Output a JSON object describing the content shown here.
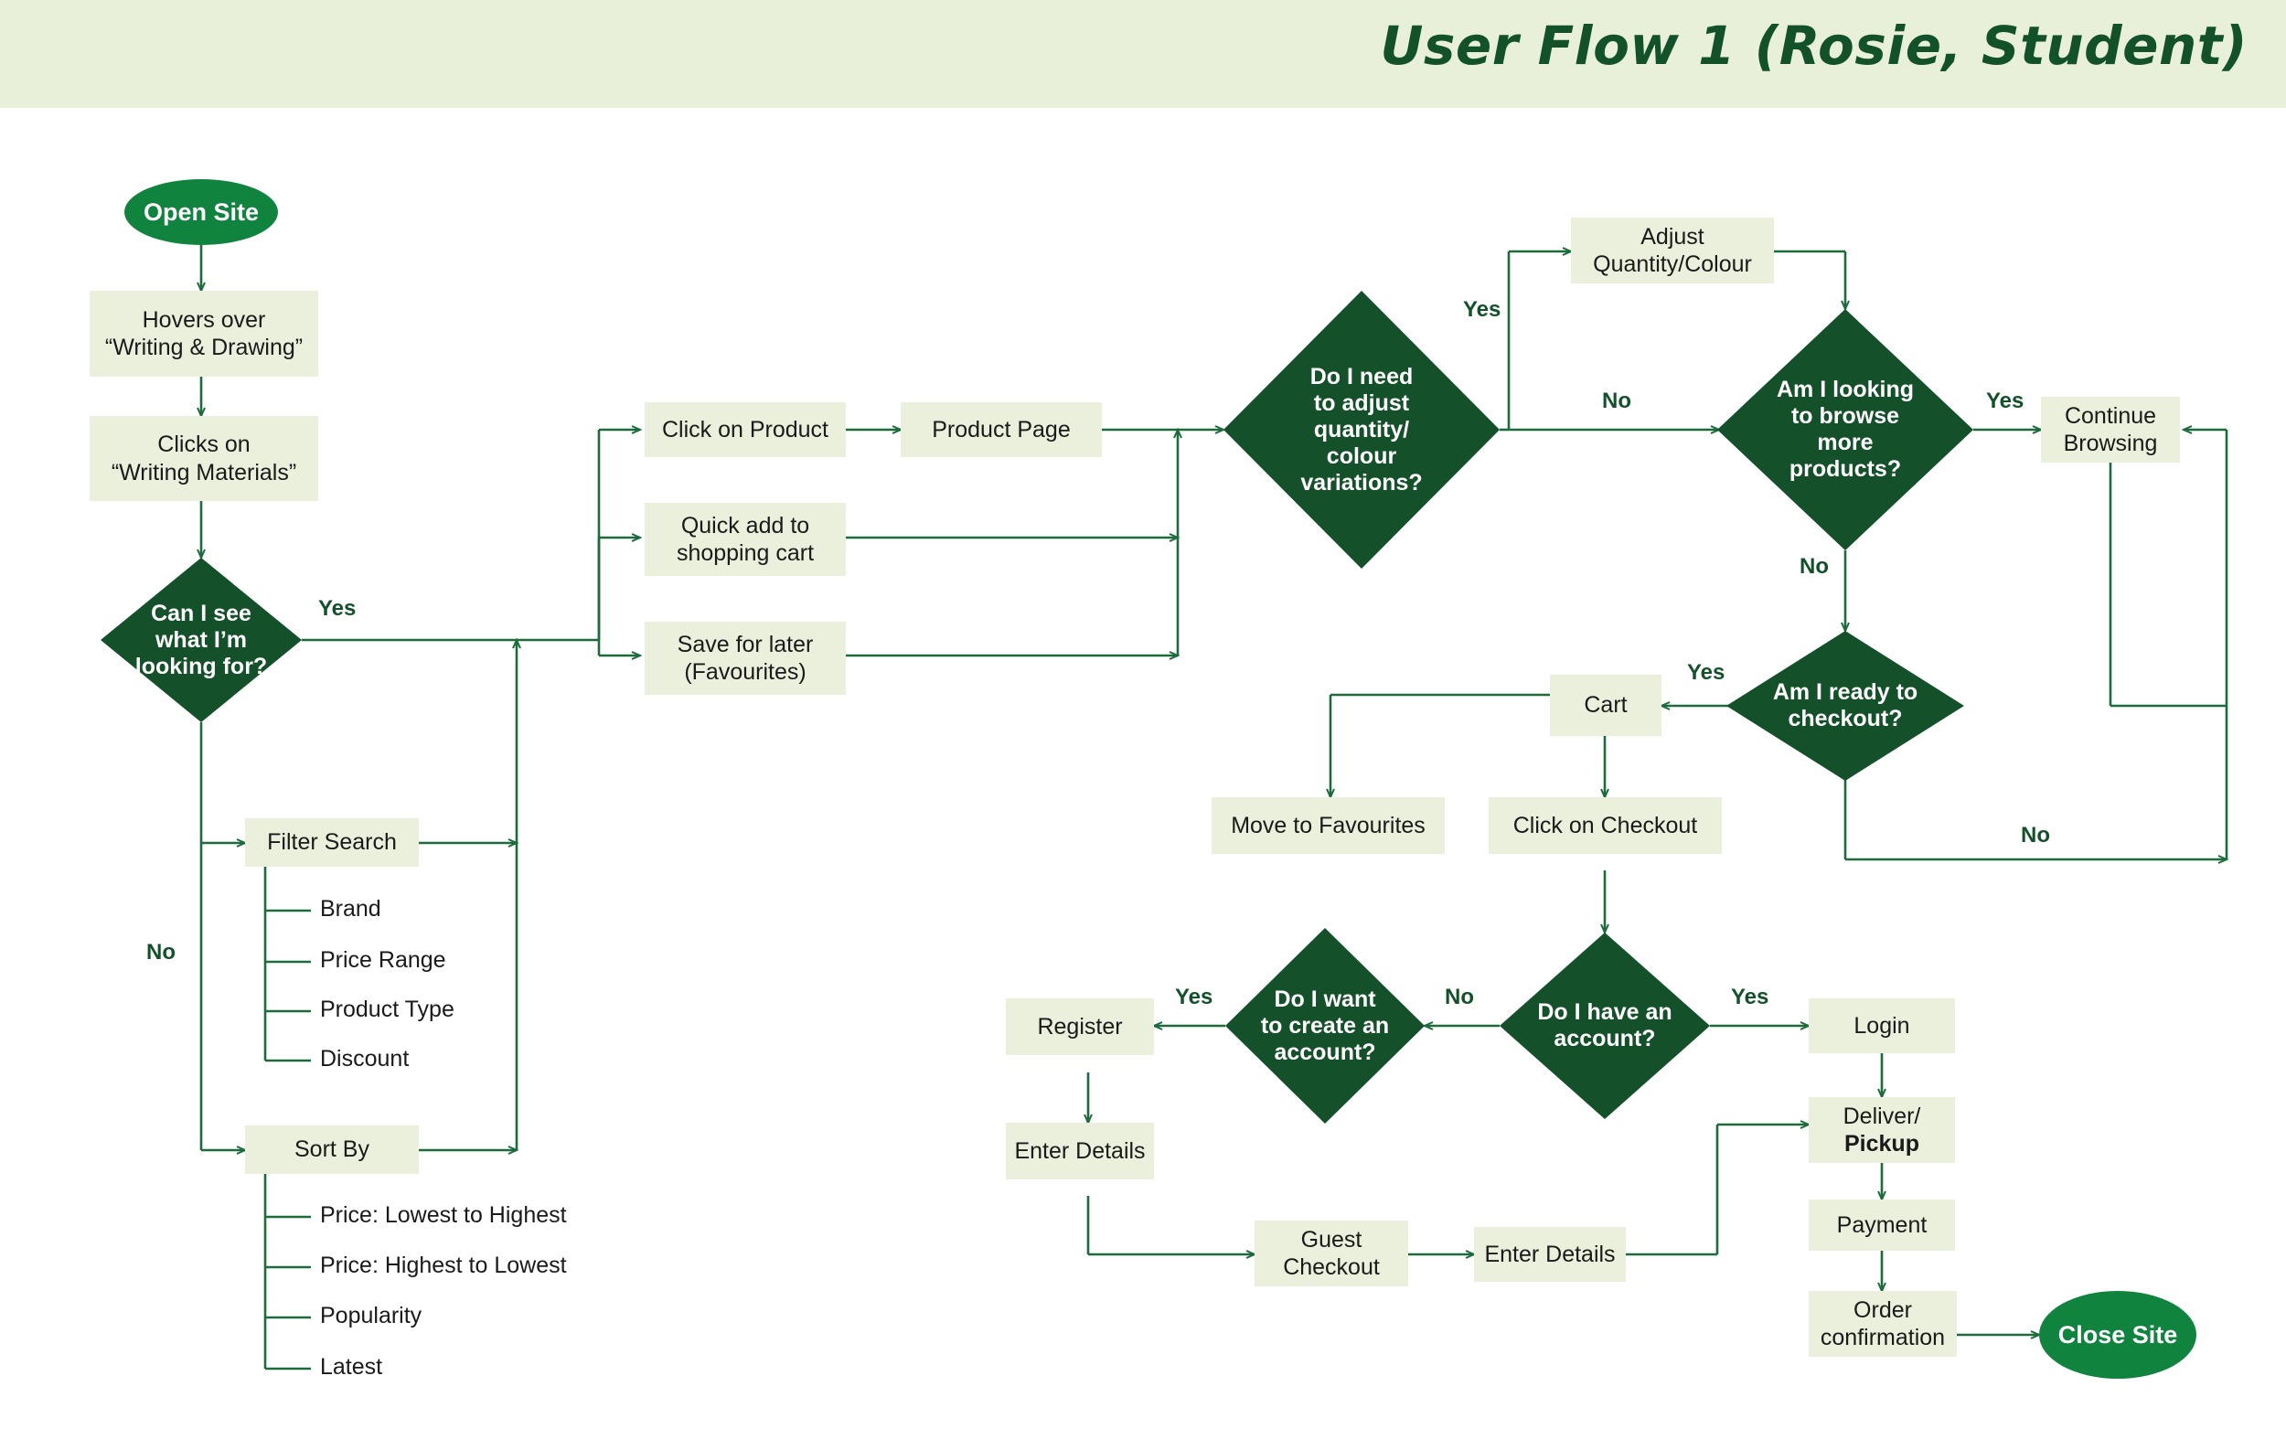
{
  "header": {
    "title": "User Flow 1 (Rosie, Student)",
    "band_color": "#e9f0d9",
    "title_color": "#13512b"
  },
  "palette": {
    "process_fill": "#eaf0dc",
    "decision_fill": "#14512a",
    "terminal_fill": "#10833f",
    "connector": "#1d6b3c",
    "text_dark": "#1a1a1a",
    "text_light": "#ffffff",
    "label_green": "#13512b"
  },
  "nodes": {
    "open_site": "Open Site",
    "hovers": "Hovers over\n“Writing & Drawing”",
    "hovers_line1": "Hovers over",
    "hovers_line2": "“Writing & Drawing”",
    "clicks_line1": "Clicks on",
    "clicks_line2": "“Writing Materials”",
    "can_i_see_line1": "Can I see",
    "can_i_see_line2": "what I’m",
    "can_i_see_line3": "looking for?",
    "filter_search": "Filter Search",
    "sort_by": "Sort By",
    "click_on_product": "Click on Product",
    "product_page": "Product Page",
    "quick_add_line1": "Quick add to",
    "quick_add_line2": "shopping cart",
    "save_later_line1": "Save for later",
    "save_later_line2": "(Favourites)",
    "adjust_decision_line1": "Do I need",
    "adjust_decision_line2": "to adjust",
    "adjust_decision_line3": "quantity/",
    "adjust_decision_line4": "colour",
    "adjust_decision_line5": "variations?",
    "adjust_qty_line1": "Adjust",
    "adjust_qty_line2": "Quantity/Colour",
    "browse_more_line1": "Am I looking",
    "browse_more_line2": "to browse",
    "browse_more_line3": "more",
    "browse_more_line4": "products?",
    "continue_browsing_line1": "Continue",
    "continue_browsing_line2": "Browsing",
    "ready_checkout_line1": "Am I ready to",
    "ready_checkout_line2": "checkout?",
    "cart": "Cart",
    "move_to_favourites": "Move to Favourites",
    "click_on_checkout": "Click on Checkout",
    "have_account_line1": "Do I have an",
    "have_account_line2": "account?",
    "want_account_line1": "Do I want",
    "want_account_line2": "to create an",
    "want_account_line3": "account?",
    "register": "Register",
    "enter_details_left": "Enter Details",
    "guest_checkout_line1": "Guest",
    "guest_checkout_line2": "Checkout",
    "enter_details_guest": "Enter Details",
    "login": "Login",
    "deliver_pickup_line1": "Deliver/",
    "deliver_pickup_line2": "Pickup",
    "payment": "Payment",
    "order_conf_line1": "Order",
    "order_conf_line2": "confirmation",
    "close_site": "Close Site"
  },
  "filter_options": [
    "Brand",
    "Price Range",
    "Product Type",
    "Discount"
  ],
  "sort_options": [
    "Price: Lowest to Highest",
    "Price: Highest to Lowest",
    "Popularity",
    "Latest"
  ],
  "edge_labels": {
    "can_see_yes": "Yes",
    "can_see_no": "No",
    "adjust_yes": "Yes",
    "adjust_no": "No",
    "browse_yes": "Yes",
    "browse_no": "No",
    "checkout_yes": "Yes",
    "checkout_no": "No",
    "have_account_yes": "Yes",
    "have_account_no": "No",
    "want_account_yes": "Yes"
  },
  "chart_data": {
    "type": "diagram",
    "title": "User Flow 1 (Rosie, Student)",
    "flow_steps": [
      "Open Site",
      "Hovers over “Writing & Drawing”",
      "Clicks on “Writing Materials”",
      "Can I see what I’m looking for?",
      "Filter Search / Sort By",
      "Click on Product / Quick add to shopping cart / Save for later (Favourites)",
      "Product Page",
      "Do I need to adjust quantity/colour variations?",
      "Adjust Quantity/Colour",
      "Am I looking to browse more products?",
      "Continue Browsing",
      "Am I ready to checkout?",
      "Cart",
      "Move to Favourites / Click on Checkout",
      "Do I have an account?",
      "Do I want to create an account?",
      "Register / Enter Details / Guest Checkout",
      "Login",
      "Deliver/Pickup",
      "Payment",
      "Order confirmation",
      "Close Site"
    ]
  }
}
